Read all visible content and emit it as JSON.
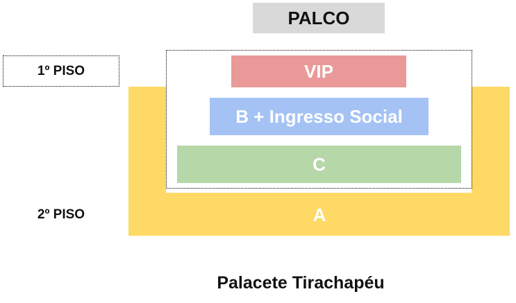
{
  "stage": "PALCO",
  "floors": {
    "first": "1º PISO",
    "second": "2º PISO"
  },
  "sections": {
    "vip": "VIP",
    "b": "B + Ingresso Social",
    "c": "C",
    "a": "A"
  },
  "colors": {
    "stage": "#d9d9d9",
    "vip": "#ea9999",
    "b": "#a4c2f4",
    "c": "#b6d7a8",
    "a": "#fed966"
  },
  "venue": "Palacete Tirachapéu"
}
